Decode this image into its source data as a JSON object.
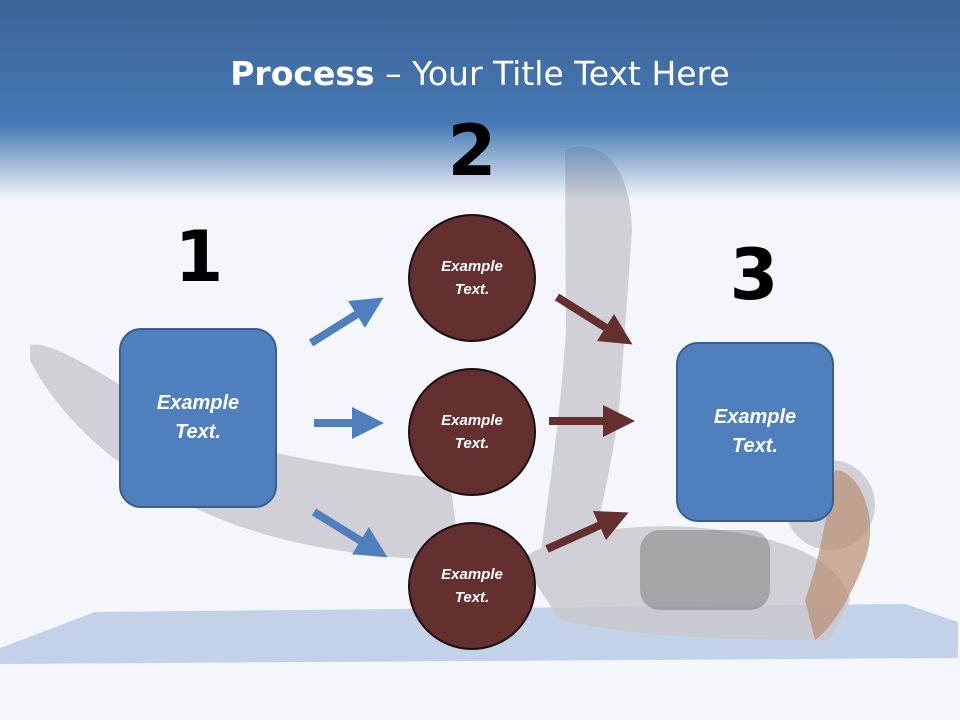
{
  "slide": {
    "title_bold": "Process",
    "title_rest": " – Your Title Text Here"
  },
  "steps": {
    "one": "1",
    "two": "2",
    "three": "3"
  },
  "nodes": {
    "left_box": "Example\nText.",
    "circle_top": "Example\nText.",
    "circle_middle": "Example\nText.",
    "circle_bottom": "Example\nText.",
    "right_box": "Example\nText."
  },
  "colors": {
    "box_fill": "#4f80bd",
    "circle_fill": "#632f2f",
    "blue_arrow": "#4f80bd",
    "dark_arrow": "#632f2f",
    "header": "#4678b3"
  }
}
